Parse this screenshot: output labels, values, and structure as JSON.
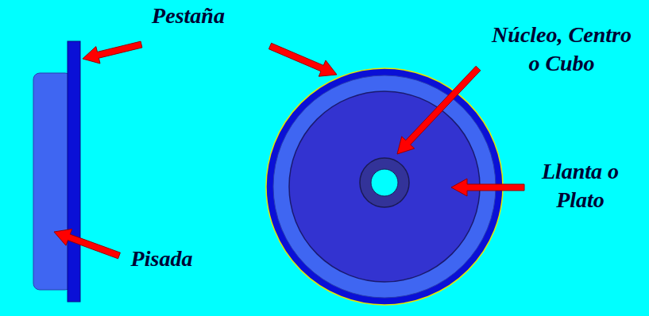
{
  "diagram": {
    "labels": [
      "Pestaña",
      "Núcleo, Centro o Cubo",
      "Llanta o Plato",
      "Pisada"
    ]
  }
}
